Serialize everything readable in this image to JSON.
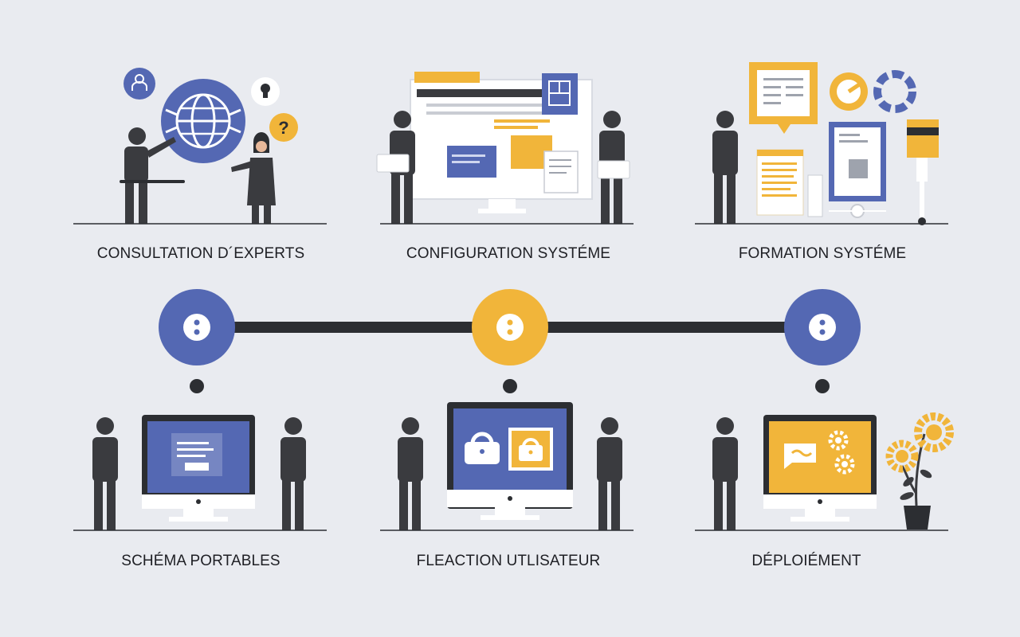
{
  "steps_top": [
    {
      "label": "CONSULTATION D´EXPERTS"
    },
    {
      "label": "CONFIGURATION SYSTÉME"
    },
    {
      "label": "FORMATION SYSTÉME"
    }
  ],
  "steps_bottom": [
    {
      "label": "SCHÉMA PORTABLES"
    },
    {
      "label": "FLEACTION UTLISATEUR"
    },
    {
      "label": "DÉPLOIÉMENT"
    }
  ],
  "colors": {
    "blue": "#5468b3",
    "yellow": "#f1b53a",
    "dark": "#3a3b3f",
    "line": "#2c2e32",
    "background": "#e9ebf0"
  },
  "icons": [
    "person-icon",
    "globe-icon",
    "lock-icon",
    "question-icon",
    "monitor-icon",
    "gear-icon",
    "plant-icon",
    "document-icon"
  ]
}
